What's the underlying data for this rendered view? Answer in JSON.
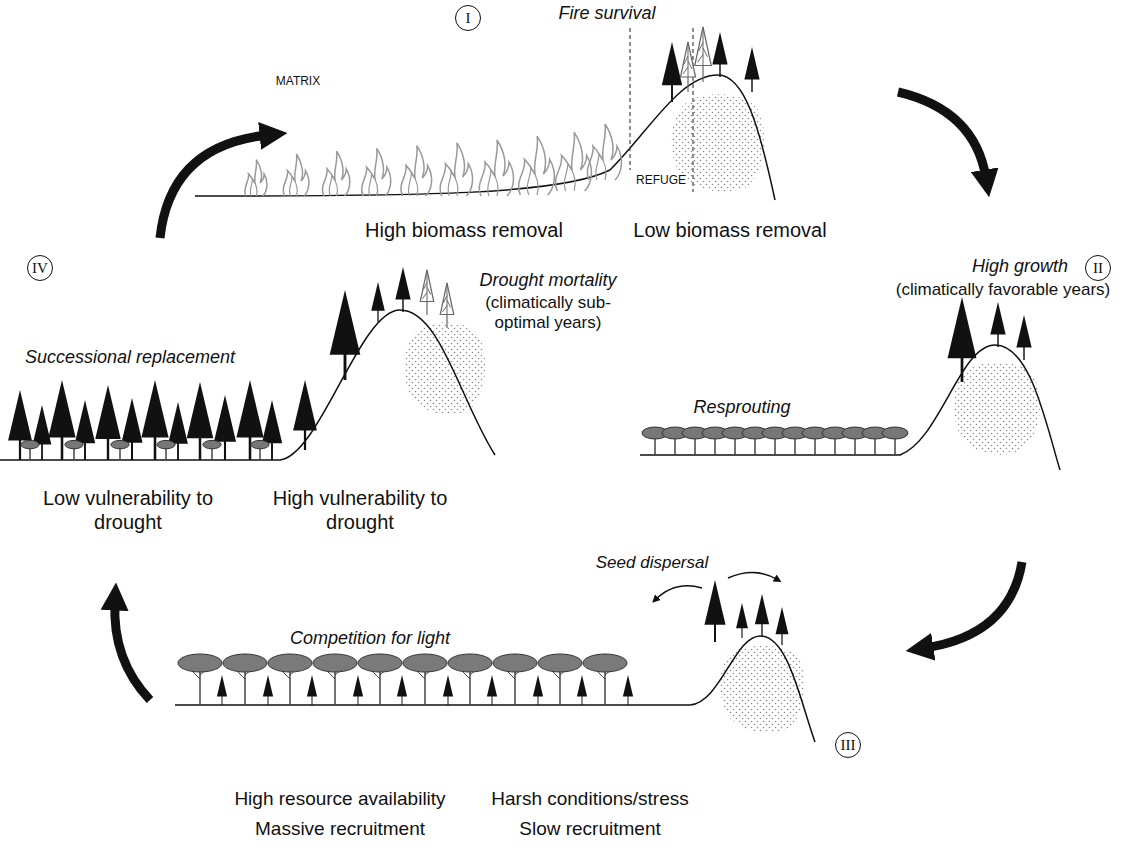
{
  "diagram": {
    "nodes": [
      {
        "text": [
          "I"
        ]
      },
      {
        "text": [
          "II"
        ]
      },
      {
        "text": [
          "III"
        ]
      },
      {
        "text": [
          "IV"
        ]
      }
    ],
    "labels": [
      "Fire survival",
      "MATRIX",
      "REFUGE",
      "High biomass removal",
      "Low biomass removal",
      "High growth",
      "(climatically favorable years)",
      "Resprouting",
      "Seed dispersal",
      "Competition for light",
      "High resource availability",
      "Massive recruitment",
      "Harsh conditions/stress",
      "Slow recruitment",
      "Successional replacement",
      "Drought mortality",
      "(climatically sub-optimal years)",
      "Low vulnerability to drought",
      "High vulnerability to drought"
    ]
  }
}
